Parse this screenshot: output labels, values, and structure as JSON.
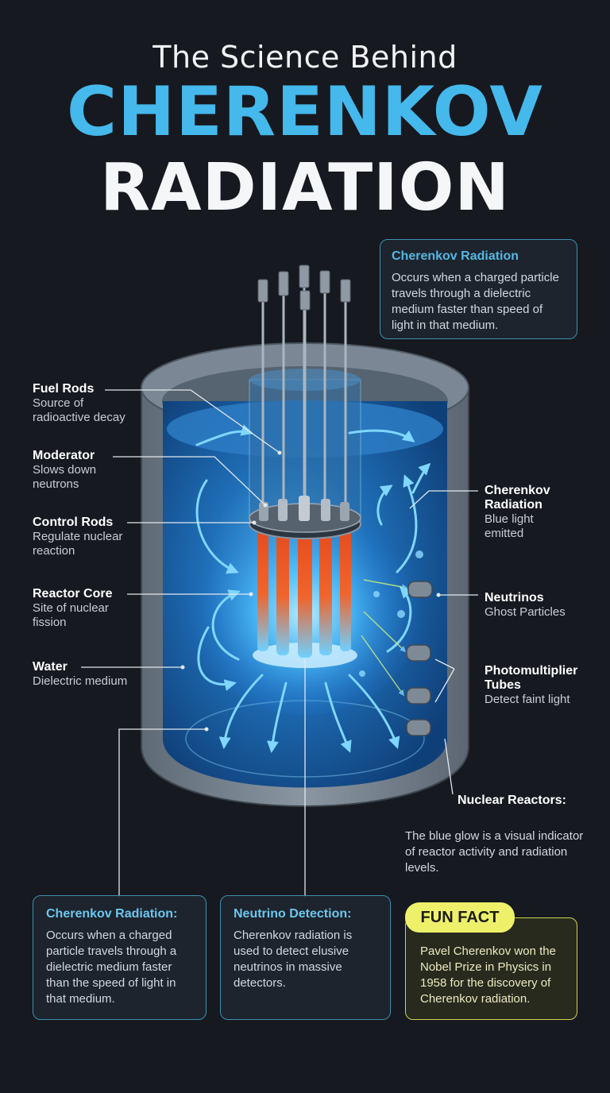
{
  "header": {
    "line1": "The Science Behind",
    "line2": "CHERENKOV",
    "line3": "RADIATION"
  },
  "info_top": {
    "title": "Cherenkov Radiation",
    "text": "Occurs when a charged particle travels through a dielectric medium faster than speed of light in that medium."
  },
  "labels": {
    "fuel_rods": {
      "title": "Fuel Rods",
      "sub": "Source of radioactive decay"
    },
    "moderator": {
      "title": "Moderator",
      "sub": "Slows down neutrons"
    },
    "control_rods": {
      "title": "Control Rods",
      "sub": "Regulate nuclear reaction"
    },
    "reactor_core": {
      "title": "Reactor Core",
      "sub": "Site of nuclear fission"
    },
    "water": {
      "title": "Water",
      "sub": "Dielectric medium"
    },
    "cherenkov": {
      "title": "Cherenkov Radiation",
      "sub": "Blue light emitted"
    },
    "neutrinos": {
      "title": "Neutrinos",
      "sub": "Ghost Particles"
    },
    "pmt": {
      "title": "Photomultiplier Tubes",
      "sub": "Detect faint light"
    }
  },
  "nuclear_reactors": {
    "title": "Nuclear Reactors:",
    "text": "The blue glow is a visual indicator of reactor activity and radiation levels."
  },
  "bottom": {
    "cherenkov": {
      "title": "Cherenkov Radiation:",
      "text": "Occurs when a charged particle travels through a dielectric medium faster than the speed of light in that medium."
    },
    "neutrino": {
      "title": "Neutrino Detection:",
      "text": "Cherenkov radiation is used to detect elusive neutrinos in massive detectors."
    },
    "fun_fact": {
      "badge": "FUN FACT",
      "text": "Pavel Cherenkov won the Nobel Prize in Physics in 1958 for the discovery of Cherenkov radiation."
    }
  },
  "colors": {
    "accent_blue": "#45b8ec",
    "fun_fact_yellow": "#eef06a",
    "background": "#16191f"
  }
}
